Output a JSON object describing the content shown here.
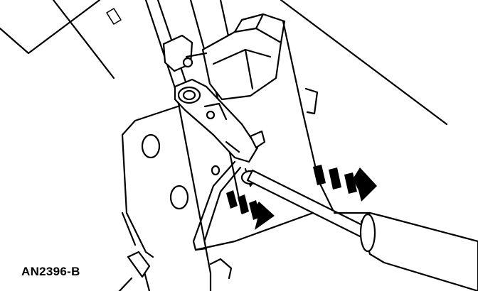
{
  "figure": {
    "caption": "AN2396-B"
  },
  "colors": {
    "line": "#000000",
    "background": "#ffffff"
  },
  "arrows": [
    {
      "name": "upper-right-direction-arrow",
      "direction": "right-down"
    },
    {
      "name": "lower-left-direction-arrow",
      "direction": "right-down"
    }
  ]
}
